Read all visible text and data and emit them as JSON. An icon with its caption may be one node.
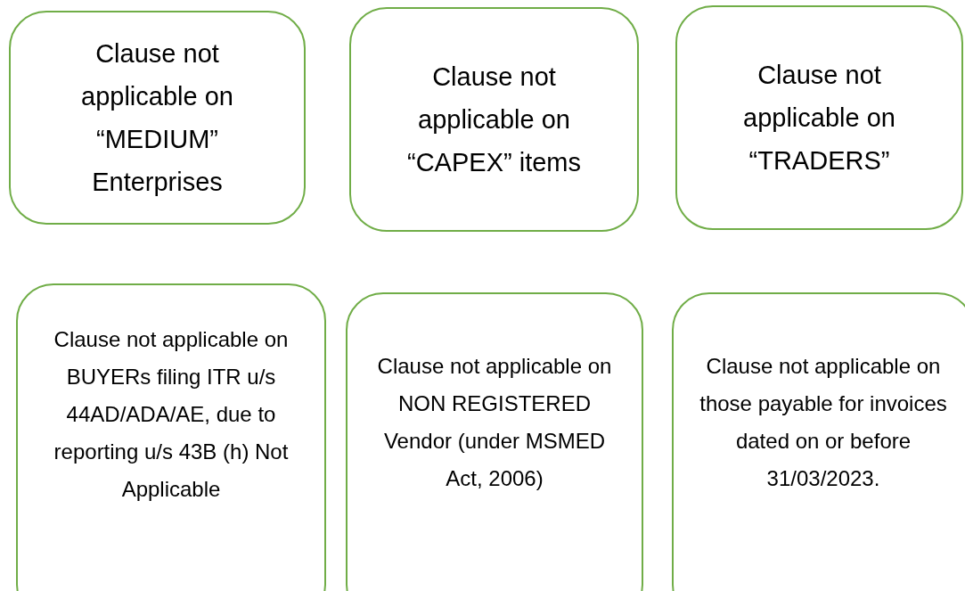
{
  "diagram": {
    "nodes": [
      {
        "text": [
          "Clause not applicable on “MEDIUM” Enterprises"
        ]
      },
      {
        "text": [
          "Clause not applicable on “CAPEX” items"
        ]
      },
      {
        "text": [
          "Clause not applicable on “TRADERS”"
        ]
      },
      {
        "text": [
          "Clause not applicable on BUYERs filing ITR u/s 44AD/ADA/AE, due to reporting u/s 43B (h) Not Applicable"
        ]
      },
      {
        "text": [
          "Clause not applicable on NON REGISTERED Vendor (under MSMED Act, 2006)"
        ]
      },
      {
        "text": [
          "Clause not applicable on those payable for invoices dated on or before 31/03/2023."
        ]
      }
    ]
  }
}
